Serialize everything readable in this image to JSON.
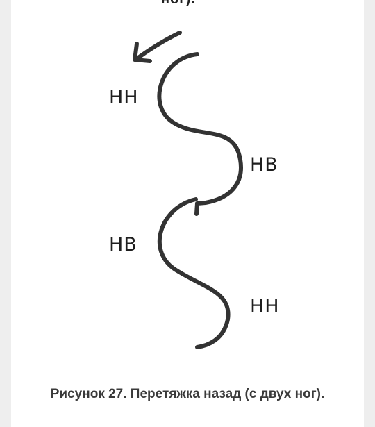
{
  "figure": {
    "top_fragment": "ног).",
    "labels": [
      "НН",
      "НВ",
      "НВ",
      "НН"
    ],
    "caption": "Рисунок 27. Перетяжка назад (с двух ног).",
    "icons": {
      "arrow": "curved-arrow-left-icon"
    },
    "colors": {
      "stroke": "#333333",
      "text": "#1e1e1e",
      "caption": "#3a3a3a"
    }
  }
}
